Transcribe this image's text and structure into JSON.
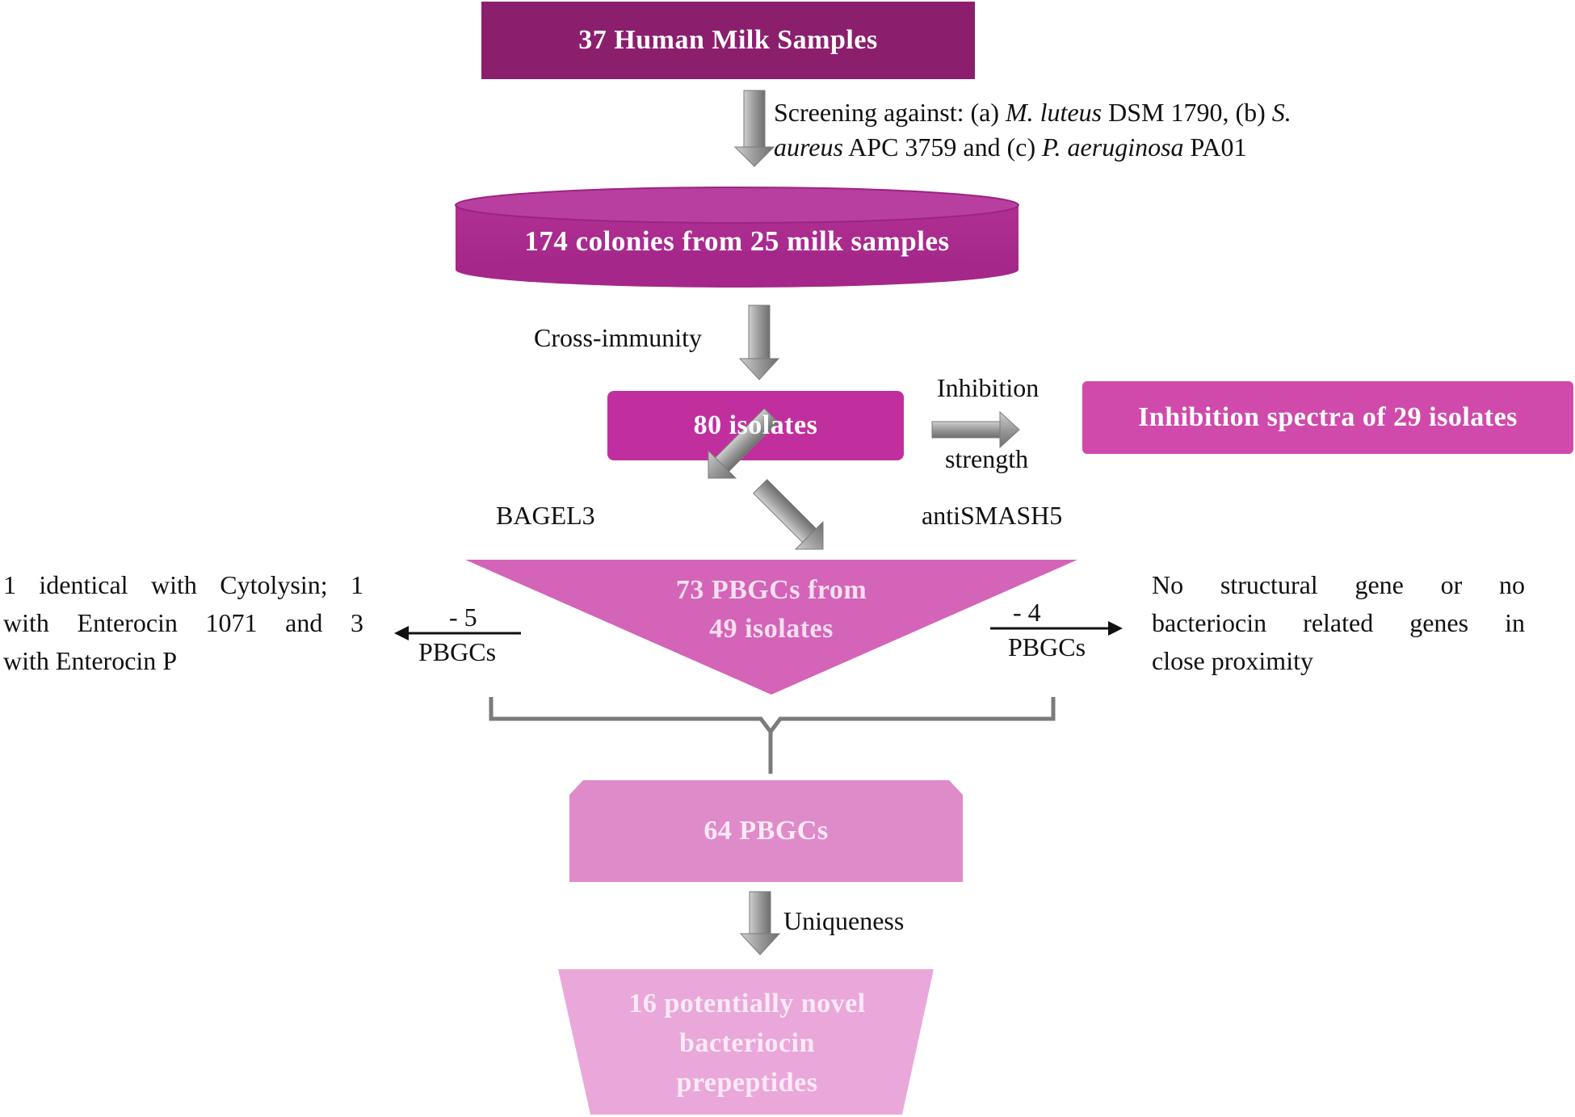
{
  "colors": {
    "node1": "#8b1f6e",
    "node2": "#a7288a",
    "node3": "#c12f9e",
    "node4": "#d04aab",
    "node5": "#d464b7",
    "node6": "#df8bc9",
    "node7": "#e9a8d9",
    "arrow_gray": "#8c8c8c"
  },
  "nodes": {
    "milk_samples": "37 Human Milk Samples",
    "colonies": "174 colonies from 25 milk samples",
    "isolates": "80 isolates",
    "inhibition_spectra": "Inhibition  spectra  of 29 isolates",
    "pbgcs_line1": "73 PBGCs from",
    "pbgcs_line2": "49 isolates",
    "pbgcs_64": "64 PBGCs",
    "novel_line1": "16 potentially  novel",
    "novel_line2": "bacteriocin",
    "novel_line3": "prepeptides"
  },
  "edges": {
    "screening": {
      "prefix": "Screening against:  (a) ",
      "org_a": "M. luteus",
      "strain_a": " DSM 1790, (b) ",
      "org_b_part1": "S.",
      "org_b_part2": "aureus",
      "strain_b": " APC 3759 and (c) ",
      "org_c": "P. aeruginosa",
      "strain_c": " PA01"
    },
    "cross_immunity": "Cross-immunity",
    "inhibition_top": "Inhibition",
    "inhibition_bottom": "strength",
    "bagel": "BAGEL3",
    "antismash": "antiSMASH5",
    "minus_left_top": "- 5",
    "minus_left_bottom": "PBGCs",
    "minus_right_top": "- 4",
    "minus_right_bottom": "PBGCs",
    "uniqueness": "Uniqueness"
  },
  "side_notes": {
    "left": [
      "1 identical with Cytolysin; 1",
      "with Enterocin 1071 and 3",
      "with Enterocin P"
    ],
    "right": [
      "No  structural  gene  or  no",
      "bacteriocin related genes in",
      "close proximity"
    ]
  }
}
